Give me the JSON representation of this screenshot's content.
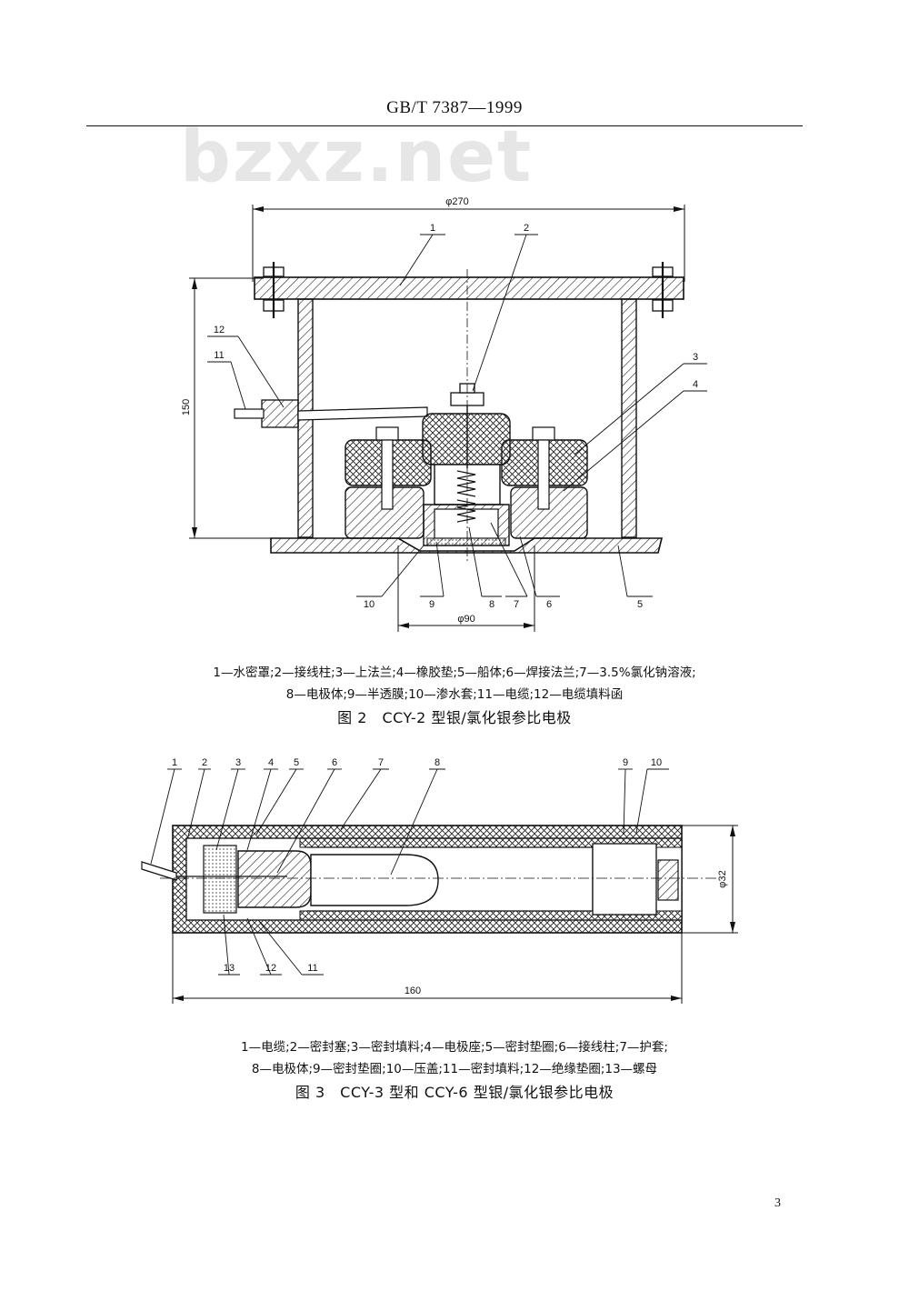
{
  "header": {
    "standard_code": "GB/T 7387—1999"
  },
  "watermark": {
    "text": "bzxz.net"
  },
  "figure2": {
    "dim_diameter": "φ270",
    "dim_height": "150",
    "dim_bottom": "φ90",
    "callouts": [
      "1",
      "2",
      "3",
      "4",
      "5",
      "6",
      "7",
      "8",
      "9",
      "10",
      "11",
      "12"
    ],
    "legend_line1": "1—水密罩;2—接线柱;3—上法兰;4—橡胶垫;5—船体;6—焊接法兰;7—3.5%氯化钠溶液;",
    "legend_line2": "8—电极体;9—半透膜;10—渗水套;11—电缆;12—电缆填料函",
    "title": "图 2　CCY-2 型银/氯化银参比电极"
  },
  "figure3": {
    "dim_length": "160",
    "dim_diameter": "φ32",
    "callouts": [
      "1",
      "2",
      "3",
      "4",
      "5",
      "6",
      "7",
      "8",
      "9",
      "10",
      "11",
      "12",
      "13"
    ],
    "legend_line1": "1—电缆;2—密封塞;3—密封填料;4—电极座;5—密封垫圈;6—接线柱;7—护套;",
    "legend_line2": "8—电极体;9—密封垫圈;10—压盖;11—密封填料;12—绝缘垫圈;13—螺母",
    "title": "图 3　CCY-3 型和 CCY-6 型银/氯化银参比电极"
  },
  "footer": {
    "page_number": "3"
  }
}
